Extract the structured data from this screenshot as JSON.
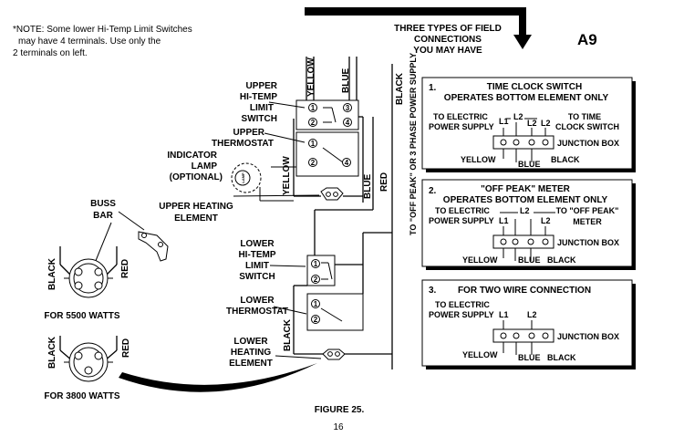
{
  "page": {
    "note": [
      "*NOTE: Some lower Hi-Temp Limit Switches",
      "may have 4 terminals. Use only the",
      "2 terminals on left."
    ],
    "header": [
      "THREE TYPES OF FIELD",
      "CONNECTIONS",
      "YOU MAY HAVE"
    ],
    "page_code": "A9",
    "figure_caption": "FIGURE 25.",
    "page_number": "16"
  },
  "wiring": {
    "yellow": "YELLOW",
    "blue": "BLUE",
    "black": "BLACK",
    "red": "RED",
    "supply_label": "TO \"OFF PEAK\" OR 3 PHASE POWER SUPPLY",
    "upper_limit": [
      "UPPER",
      "HI-TEMP",
      "LIMIT",
      "SWITCH"
    ],
    "upper_thermostat": [
      "UPPER",
      "THERMOSTAT"
    ],
    "indicator_lamp": [
      "INDICATOR",
      "LAMP",
      "(OPTIONAL)"
    ],
    "lamp_symbol": "LAMP",
    "upper_element": [
      "UPPER HEATING",
      "ELEMENT"
    ],
    "lower_limit": [
      "LOWER",
      "HI-TEMP",
      "LIMIT",
      "SWITCH"
    ],
    "lower_thermostat": [
      "LOWER",
      "THERMOSTAT"
    ],
    "lower_element": [
      "LOWER",
      "HEATING",
      "ELEMENT"
    ],
    "terminals": [
      "1",
      "2",
      "3",
      "4"
    ]
  },
  "elements": {
    "buss_bar": [
      "BUSS",
      "BAR"
    ],
    "black": "BLACK",
    "red": "RED",
    "watts_5500": "FOR 5500 WATTS",
    "watts_3800": "FOR 3800 WATTS"
  },
  "connections": {
    "c1": {
      "number": "1.",
      "title": [
        "TIME CLOCK SWITCH",
        "OPERATES BOTTOM ELEMENT ONLY"
      ],
      "left": [
        "TO ELECTRIC",
        "POWER SUPPLY"
      ],
      "right": [
        "TO TIME",
        "CLOCK SWITCH"
      ],
      "l1": "L1",
      "l2": "L2",
      "junction": "JUNCTION BOX",
      "yellow": "YELLOW",
      "blue": "BLUE",
      "black": "BLACK"
    },
    "c2": {
      "number": "2.",
      "title": [
        "\"OFF PEAK\" METER",
        "OPERATES BOTTOM ELEMENT ONLY"
      ],
      "left": [
        "TO ELECTRIC",
        "POWER SUPPLY"
      ],
      "right": [
        "TO \"OFF PEAK\"",
        "METER"
      ],
      "l1": "L1",
      "l2": "L2",
      "junction": "JUNCTION BOX",
      "yellow": "YELLOW",
      "blue": "BLUE",
      "black": "BLACK"
    },
    "c3": {
      "number": "3.",
      "title": [
        "FOR TWO WIRE CONNECTION"
      ],
      "left": [
        "TO ELECTRIC",
        "POWER SUPPLY"
      ],
      "l1": "L1",
      "l2": "L2",
      "junction": "JUNCTION BOX",
      "yellow": "YELLOW",
      "blue": "BLUE",
      "black": "BLACK"
    }
  }
}
